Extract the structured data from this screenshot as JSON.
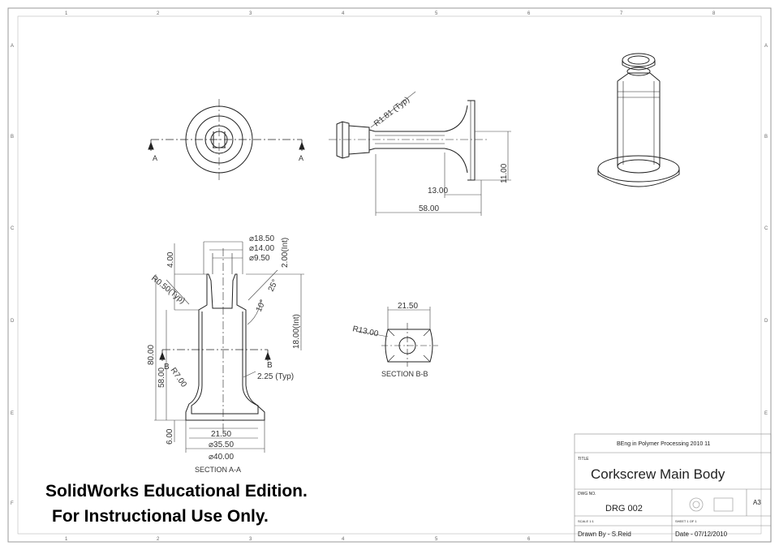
{
  "zone_numbers": [
    "1",
    "2",
    "3",
    "4",
    "5",
    "6",
    "7",
    "8"
  ],
  "zone_letters": [
    "A",
    "B",
    "C",
    "D",
    "E",
    "F"
  ],
  "top_view": {
    "section_marker_left": "A",
    "section_marker_right": "A"
  },
  "side_view": {
    "radius": "R1.81 (Typ)",
    "dim_13": "13.00",
    "dim_58": "58.00",
    "dim_11": "11.00"
  },
  "section_aa": {
    "title": "SECTION A-A",
    "dia_18_50": "⌀18.50",
    "dia_14": "⌀14.00",
    "dia_9_50": "⌀9.50",
    "dim_2_int": "2.00(Int)",
    "dim_4": "4.00",
    "radius_050": "R0.50(Typ)",
    "angle_25": "25°",
    "angle_10": "10°",
    "dim_18_int": "18.00(Int)",
    "dim_80": "80.00",
    "dim_58": "58.00",
    "radius_7": "R7.00",
    "dim_225": "2.25 (Typ)",
    "dim_6": "6.00",
    "dim_21_50": "21.50",
    "dia_35_50": "⌀35.50",
    "dia_40": "⌀40.00",
    "marker_b_left": "B",
    "marker_b_right": "B"
  },
  "section_bb": {
    "title": "SECTION B-B",
    "width": "21.50",
    "radius": "R13.00"
  },
  "watermark": {
    "line1": "SolidWorks Educational Edition.",
    "line2": "For Instructional Use Only."
  },
  "title_block": {
    "organisation": "BEng in Polymer Processing 2010 11",
    "title_caption": "TITLE",
    "title": "Corkscrew Main Body",
    "dwg_caption": "DWG NO.",
    "dwg_no": "DRG 002",
    "size": "A3",
    "scale_caption": "SCALE 1:1",
    "sheet_caption": "SHEET 1 OF 1",
    "drawn_by": "Drawn By - S.Reid",
    "date": "Date - 07/12/2010"
  }
}
